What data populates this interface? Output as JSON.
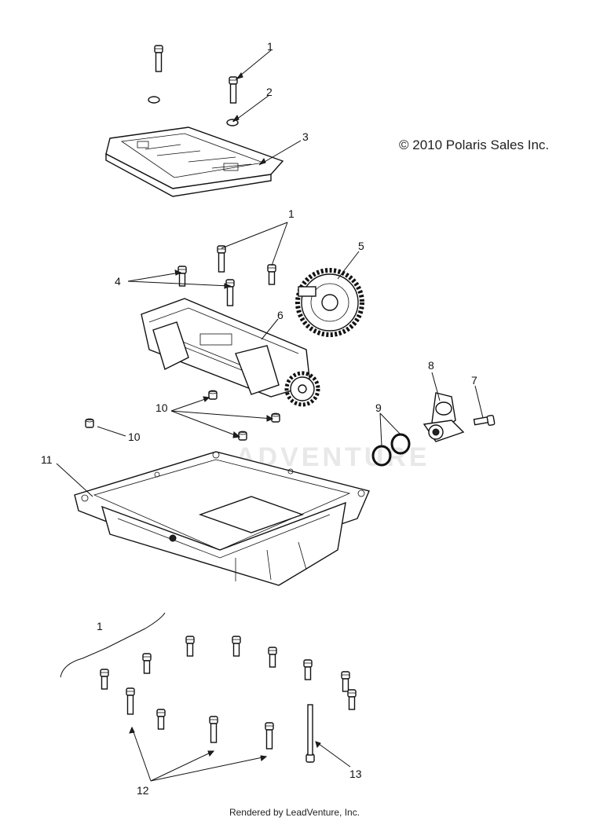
{
  "copyright": "© 2010 Polaris Sales Inc.",
  "footer": "Rendered by LeadVenture, Inc.",
  "watermark": "ADVENTURE",
  "callouts": [
    {
      "id": "c1a",
      "label": "1"
    },
    {
      "id": "c2",
      "label": "2"
    },
    {
      "id": "c3",
      "label": "3"
    },
    {
      "id": "c1b",
      "label": "1"
    },
    {
      "id": "c4",
      "label": "4"
    },
    {
      "id": "c5",
      "label": "5"
    },
    {
      "id": "c6",
      "label": "6"
    },
    {
      "id": "c8",
      "label": "8"
    },
    {
      "id": "c7",
      "label": "7"
    },
    {
      "id": "c9",
      "label": "9"
    },
    {
      "id": "c10a",
      "label": "10"
    },
    {
      "id": "c10b",
      "label": "10"
    },
    {
      "id": "c11",
      "label": "11"
    },
    {
      "id": "c1c",
      "label": "1"
    },
    {
      "id": "c12",
      "label": "12"
    },
    {
      "id": "c13",
      "label": "13"
    }
  ]
}
